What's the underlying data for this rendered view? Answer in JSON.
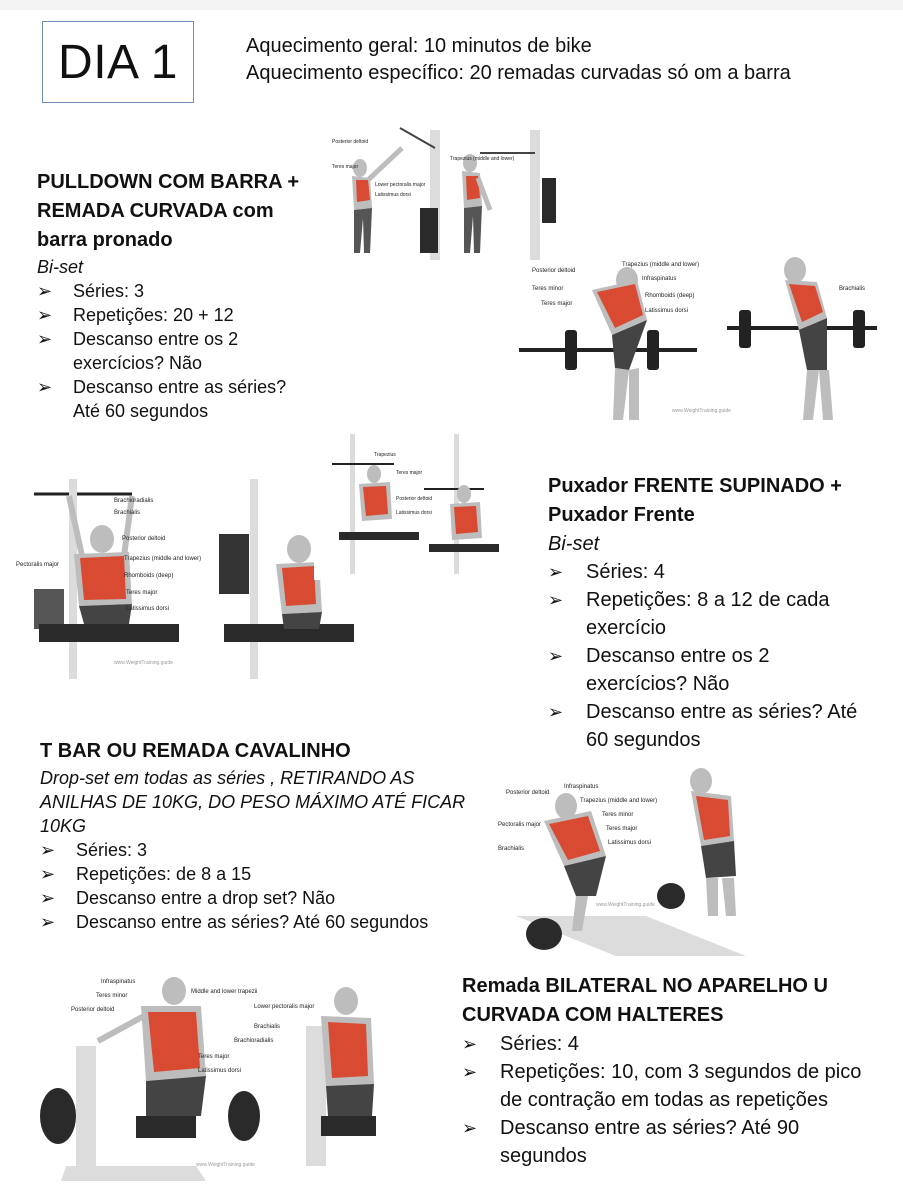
{
  "day_title": "DIA 1",
  "warmup": {
    "general": "Aquecimento geral: 10 minutos de bike",
    "specific": "Aquecimento específico: 20 remadas curvadas só om a barra"
  },
  "exercises": [
    {
      "title_lines": [
        "PULLDOWN COM BARRA +",
        "REMADA CURVADA com",
        "barra pronado"
      ],
      "subtitle": "Bi-set",
      "items": [
        "Séries: 3",
        "Repetições: 20 + 12",
        "Descanso entre os 2",
        "exercícios? Não",
        "Descanso entre as séries?",
        "Até 60 segundos"
      ]
    },
    {
      "title_lines": [
        "Puxador FRENTE SUPINADO +",
        "Puxador Frente"
      ],
      "subtitle": "Bi-set",
      "items": [
        "Séries: 4",
        "Repetições: 8 a 12 de cada",
        "exercício",
        "Descanso entre os 2",
        "exercícios? Não",
        "Descanso entre as séries? Até",
        "60 segundos"
      ]
    },
    {
      "title_lines": [
        "T BAR OU REMADA CAVALINHO"
      ],
      "subtitle_lines": [
        "Drop-set em todas as séries , RETIRANDO AS",
        "ANILHAS DE 10KG, DO PESO MÁXIMO ATÉ FICAR",
        "10KG"
      ],
      "items": [
        "Séries: 3",
        "Repetições: de 8 a 15",
        "Descanso entre a drop set? Não",
        "Descanso entre as séries? Até 60 segundos"
      ]
    },
    {
      "title_lines": [
        "Remada BILATERAL NO APARELHO U",
        "CURVADA COM HALTERES"
      ],
      "items": [
        "Séries: 4",
        "Repetições: 10, com 3 segundos de pico",
        "de contração em todas as repetições",
        "Descanso entre as séries? Até 90",
        "segundos"
      ]
    }
  ],
  "figures": {
    "pulldown": [
      "Posterior deltoid",
      "Teres major",
      "Lower pectoralis major",
      "Latissimus dorsi",
      "Trapezius (middle and lower)"
    ],
    "bent_row": [
      "Posterior deltoid",
      "Teres minor",
      "Teres major",
      "Trapezius (middle and lower)",
      "Infraspinatus",
      "Rhomboids (deep)",
      "Latissimus dorsi",
      "Brachialis",
      "www.WeightTraining.guide"
    ],
    "lat_pulldown": [
      "Brachioradialis",
      "Brachialis",
      "Posterior deltoid",
      "Pectoralis major",
      "Trapezius (middle and lower)",
      "Rhomboids (deep)",
      "Teres major",
      "Latissimus dorsi",
      "www.WeightTraining.guide"
    ],
    "reverse_pulldown": [
      "Trapezius",
      "Teres major",
      "Posterior deltoid",
      "Latissimus dorsi"
    ],
    "t_bar": [
      "Infraspinatus",
      "Posterior deltoid",
      "Trapezius (middle and lower)",
      "Teres minor",
      "Pectoralis major",
      "Teres major",
      "Brachialis",
      "Latissimus dorsi",
      "www.WeightTraining.guide"
    ],
    "machine_row": [
      "Infraspinatus",
      "Teres minor",
      "Posterior deltoid",
      "Middle and lower trapezii",
      "Lower pectoralis major",
      "Brachialis",
      "Brachioradialis",
      "Teres major",
      "Latissimus dorsi",
      "www.WeightTraining.guide"
    ]
  },
  "colors": {
    "box_border": "#6f8fb8",
    "muscle_red": "#d84a32",
    "skin_gray": "#bdbdbd",
    "machine_gray": "#dcdcdc",
    "dark": "#2a2a2a"
  }
}
